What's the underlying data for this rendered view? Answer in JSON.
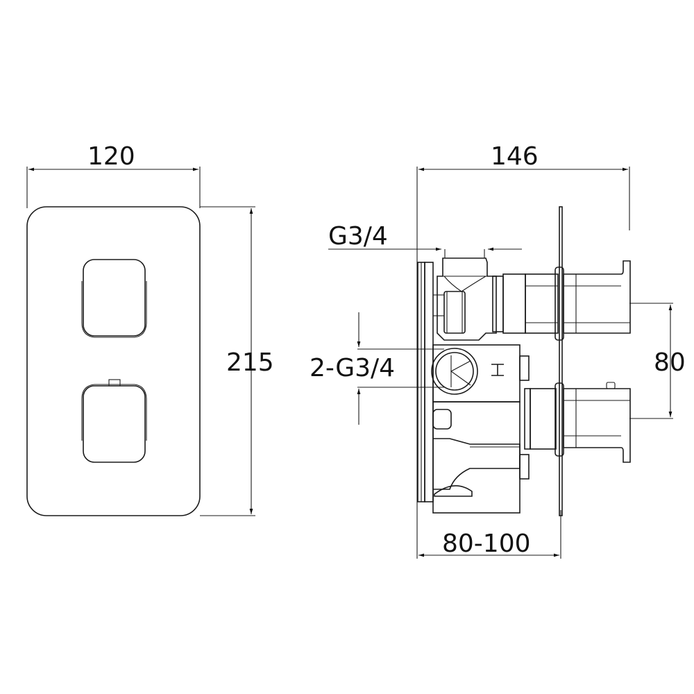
{
  "drawing": {
    "front_view": {
      "width_dimension": "120",
      "height_dimension": "215"
    },
    "side_view": {
      "depth_dimension": "146",
      "top_inlet_label": "G3/4",
      "side_inlets_label": "2-G3/4",
      "handle_spacing_dimension": "80",
      "wall_depth_dimension": "80-100"
    },
    "colors": {
      "line": "#1a1a1a",
      "background": "#ffffff"
    }
  }
}
